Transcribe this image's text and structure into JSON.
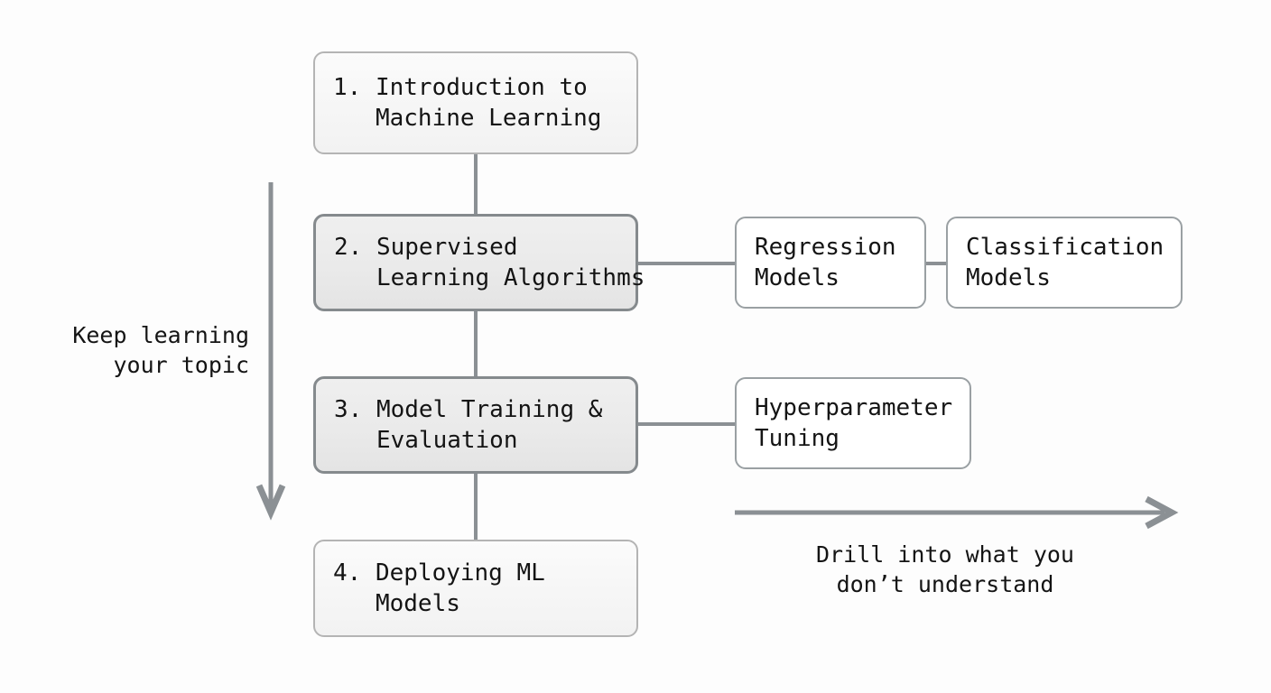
{
  "diagram": {
    "title": "Machine Learning Learning Path Flowchart",
    "colors": {
      "background": "#fdfdfd",
      "connector": "#8b9094",
      "highlight_border": "#858a8d",
      "plain_border": "#b4b4b4",
      "leaf_border": "#9aa0a3",
      "text": "#141414",
      "highlight_fill": "#eaeaea",
      "plain_fill": "#f6f6f6",
      "leaf_fill": "#ffffff"
    },
    "main_steps": [
      {
        "id": "step-1",
        "number": "1.",
        "line1": "1. Introduction to",
        "line2": "   Machine Learning",
        "label": "1. Introduction to Machine Learning",
        "state": "plain"
      },
      {
        "id": "step-2",
        "number": "2.",
        "line1": "2. Supervised",
        "line2": "   Learning Algorithms",
        "label": "2. Supervised Learning Algorithms",
        "state": "highlight"
      },
      {
        "id": "step-3",
        "number": "3.",
        "line1": "3. Model Training &",
        "line2": "   Evaluation",
        "label": "3. Model Training & Evaluation",
        "state": "highlight"
      },
      {
        "id": "step-4",
        "number": "4.",
        "line1": "4. Deploying ML",
        "line2": "   Models",
        "label": "4. Deploying ML Models",
        "state": "plain"
      }
    ],
    "branches": [
      {
        "id": "branch-regression",
        "line1": "Regression",
        "line2": "Models",
        "label": "Regression Models",
        "parent": "step-2"
      },
      {
        "id": "branch-classification",
        "line1": "Classification",
        "line2": "Models",
        "label": "Classification Models",
        "parent": "branch-regression"
      },
      {
        "id": "branch-hyperparameter",
        "line1": "Hyperparameter",
        "line2": "Tuning",
        "label": "Hyperparameter Tuning",
        "parent": "step-3"
      }
    ],
    "annotations": [
      {
        "id": "annotation-vertical",
        "direction": "down",
        "line1": "Keep learning",
        "line2": "your topic",
        "text": "Keep learning your topic",
        "align": "right"
      },
      {
        "id": "annotation-horizontal",
        "direction": "right",
        "line1": "Drill into what you",
        "line2": "don’t understand",
        "text": "Drill into what you don’t understand",
        "align": "center"
      }
    ]
  }
}
